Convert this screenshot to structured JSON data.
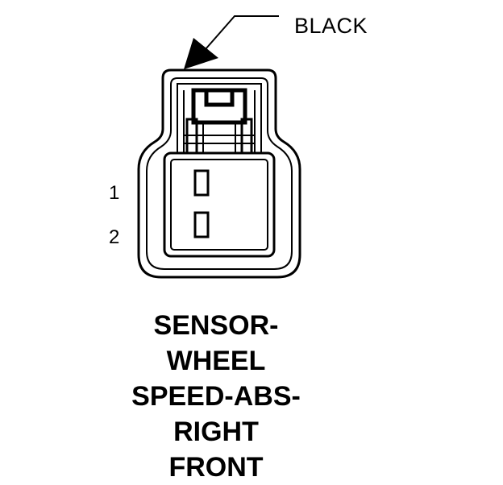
{
  "callout": {
    "label": "BLACK"
  },
  "pins": [
    {
      "label": "1"
    },
    {
      "label": "2"
    }
  ],
  "title": {
    "lines": [
      "SENSOR-",
      "WHEEL",
      "SPEED-ABS-",
      "RIGHT",
      "FRONT"
    ]
  },
  "colors": {
    "ink": "#000000",
    "background": "#ffffff"
  }
}
